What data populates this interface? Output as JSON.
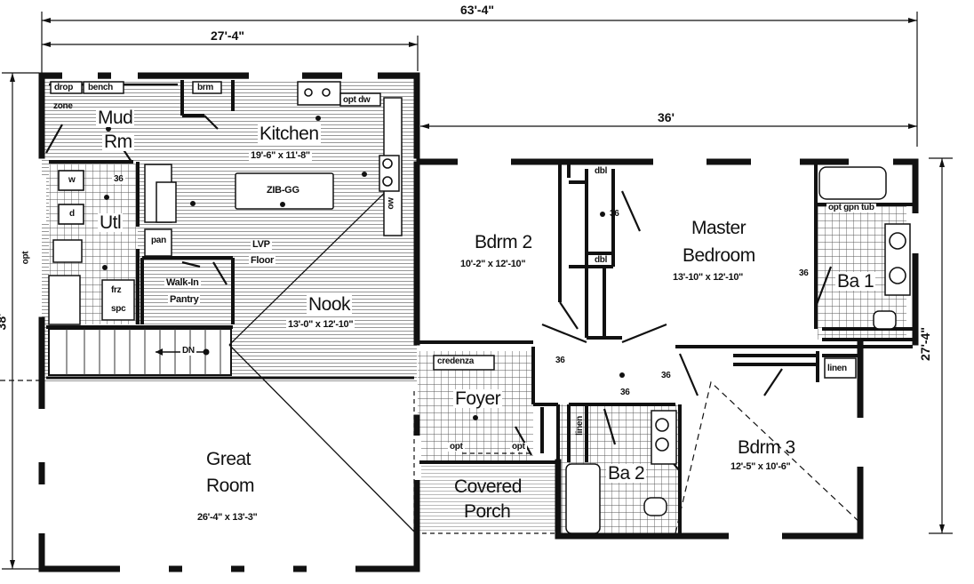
{
  "dimensions": {
    "overall_width": "63'-4\"",
    "left_width": "27'-4\"",
    "right_width": "36'",
    "right_depth": "27'-4\"",
    "left_depth": "38'"
  },
  "rooms": {
    "mud_line1": "Mud",
    "mud_line2": "Rm",
    "kitchen": "Kitchen",
    "kitchen_size": "19'-6\" x 11'-8\"",
    "island": "ZIB-GG",
    "floor_line1": "LVP",
    "floor_line2": "Floor",
    "utility": "Utl",
    "pantry_line1": "Walk-In",
    "pantry_line2": "Pantry",
    "nook": "Nook",
    "nook_size": "13'-0\" x 12'-10\"",
    "great_line1": "Great",
    "great_line2": "Room",
    "great_size": "26'-4\" x 13'-3\"",
    "bdrm2": "Bdrm 2",
    "bdrm2_size": "10'-2\" x 12'-10\"",
    "master_line1": "Master",
    "master_line2": "Bedroom",
    "master_size": "13'-10\" x 12'-10\"",
    "ba1": "Ba 1",
    "foyer": "Foyer",
    "ba2": "Ba 2",
    "bdrm3": "Bdrm 3",
    "bdrm3_size": "12'-5\" x 10'-6\"",
    "porch_line1": "Covered",
    "porch_line2": "Porch"
  },
  "small_labels": {
    "drop": "drop",
    "bench": "bench",
    "zone": "zone",
    "brm": "brm",
    "opt_dw": "opt dw",
    "washer": "w",
    "dryer": "d",
    "pan": "pan",
    "frz": "frz",
    "spc": "spc",
    "dn": "DN",
    "opt_left": "opt",
    "credenza": "credenza",
    "opt_a": "opt",
    "opt_b": "opt",
    "dbl_top": "dbl",
    "dbl_bottom": "dbl",
    "opt_gpn_tub": "opt gpn tub",
    "linen_master": "linen",
    "linen_hall": "linen",
    "ow": "ow"
  },
  "clearances": {
    "util": "36",
    "bdrm2_closet": "36",
    "master": "36",
    "hall_left": "36",
    "hall_center": "36",
    "hall_right": "36"
  }
}
